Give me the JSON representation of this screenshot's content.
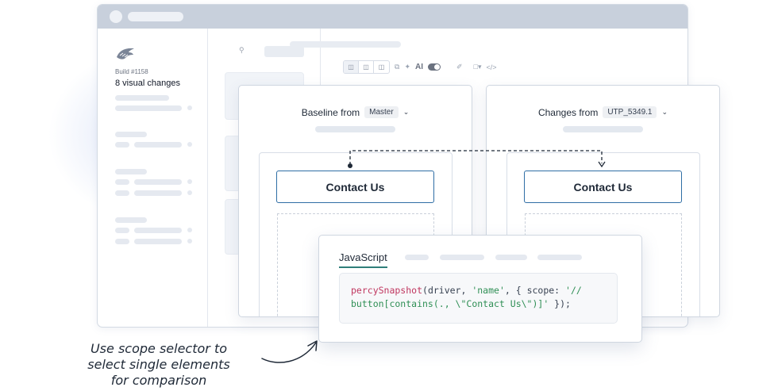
{
  "sidebar": {
    "build_label": "Build #1158",
    "changes_label": "8 visual changes"
  },
  "toolbar": {
    "ai_label": "AI",
    "icons": [
      "single-view-icon",
      "split-view-icon",
      "overlay-view-icon",
      "layers-icon",
      "sparkle-icon",
      "toggle",
      "brush-icon",
      "export-icon",
      "code-icon"
    ]
  },
  "baseline_panel": {
    "label": "Baseline from",
    "branch": "Master",
    "button_label": "Contact Us"
  },
  "changes_panel": {
    "label": "Changes from",
    "branch": "UTP_5349.1",
    "button_label": "Contact Us"
  },
  "code_card": {
    "tab_label": "JavaScript",
    "code_fn": "percySnapshot",
    "code_line1_rest": "(driver, ",
    "code_name_str": "'name'",
    "code_mid": ", { scope: ",
    "code_scope_str_1": "'//",
    "code_scope_str_2": "button[contains(., \\\"Contact Us\\\")]'",
    "code_end": " });"
  },
  "annotation": {
    "line1": "Use scope selector to",
    "line2": "select single elements",
    "line3": "for comparison"
  },
  "colors": {
    "accent_blue": "#2f6ea5",
    "tab_underline": "#2f7f7a",
    "code_function": "#c0365f",
    "code_string": "#2f8f55"
  }
}
